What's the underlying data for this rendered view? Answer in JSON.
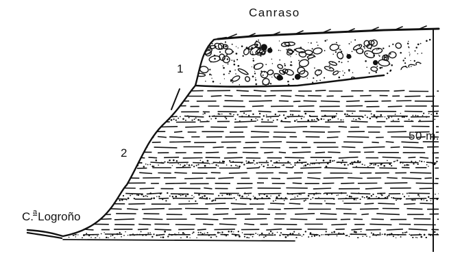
{
  "labels": {
    "top_location": "Canraso",
    "unit_1": "1",
    "unit_2": "2",
    "scale": "50 m.",
    "base_prefix": "C.",
    "base_superscript": "a",
    "base_name": "Logroño"
  },
  "colors": {
    "ink": "#111111",
    "background": "#ffffff"
  }
}
